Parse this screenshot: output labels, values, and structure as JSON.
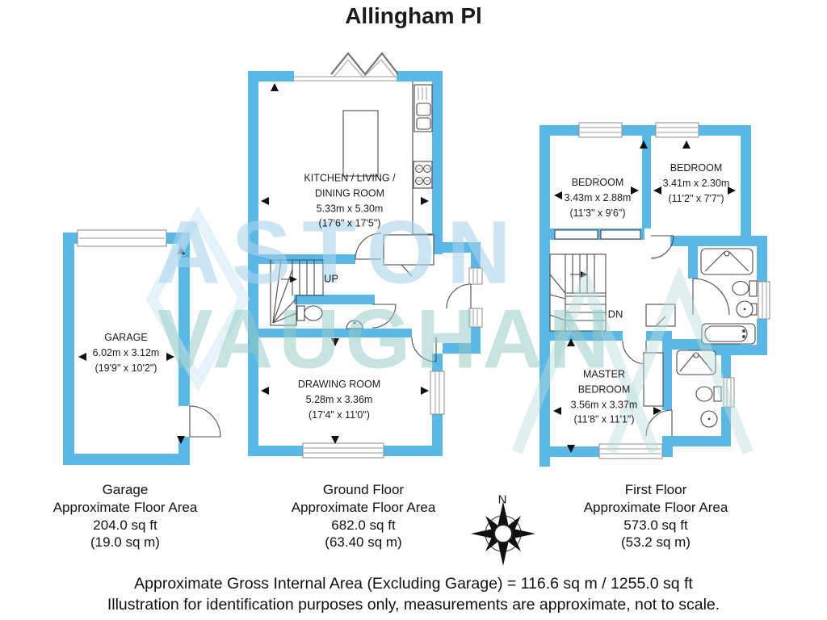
{
  "title": "Allingham Pl",
  "watermark": {
    "line1": "ASTON",
    "line2": "VAUGHAN"
  },
  "colors": {
    "wall": "#5bb7e5",
    "wall_light": "#8fd0ef",
    "watermark_blue": "#a9d4ec",
    "watermark_teal": "#95cac4"
  },
  "rooms": {
    "garage": {
      "l1": "GARAGE",
      "l2": "6.02m x 3.12m",
      "l3": "(19'9\" x 10'2\")"
    },
    "kitchen": {
      "l1": "KITCHEN / LIVING /",
      "l2": "DINING ROOM",
      "l3": "5.33m x 5.30m",
      "l4": "(17'6\" x 17'5\")"
    },
    "drawing_room": {
      "l1": "DRAWING ROOM",
      "l2": "5.28m x 3.36m",
      "l3": "(17'4\" x 11'0\")"
    },
    "bedroom1": {
      "l1": "BEDROOM",
      "l2": "3.43m x 2.88m",
      "l3": "(11'3\" x 9'6\")"
    },
    "bedroom2": {
      "l1": "BEDROOM",
      "l2": "3.41m x 2.30m",
      "l3": "(11'2\" x 7'7\")"
    },
    "master_bedroom": {
      "l1": "MASTER",
      "l2": "BEDROOM",
      "l3": "3.56m x 3.37m",
      "l4": "(11'8\" x 11'1\")"
    }
  },
  "stairs": {
    "up": "UP",
    "down": "DN"
  },
  "compass": {
    "north": "N"
  },
  "areas": {
    "garage": {
      "name": "Garage",
      "label": "Approximate Floor Area",
      "imperial": "204.0 sq ft",
      "metric": "(19.0 sq m)"
    },
    "ground": {
      "name": "Ground Floor",
      "label": "Approximate Floor Area",
      "imperial": "682.0 sq ft",
      "metric": "(63.40 sq m)"
    },
    "first": {
      "name": "First Floor",
      "label": "Approximate Floor Area",
      "imperial": "573.0 sq ft",
      "metric": "(53.2 sq m)"
    }
  },
  "footer": {
    "line1": "Approximate Gross Internal Area (Excluding Garage) = 116.6 sq m / 1255.0 sq ft",
    "line2": "Illustration for identification purposes only, measurements are approximate, not to scale."
  }
}
